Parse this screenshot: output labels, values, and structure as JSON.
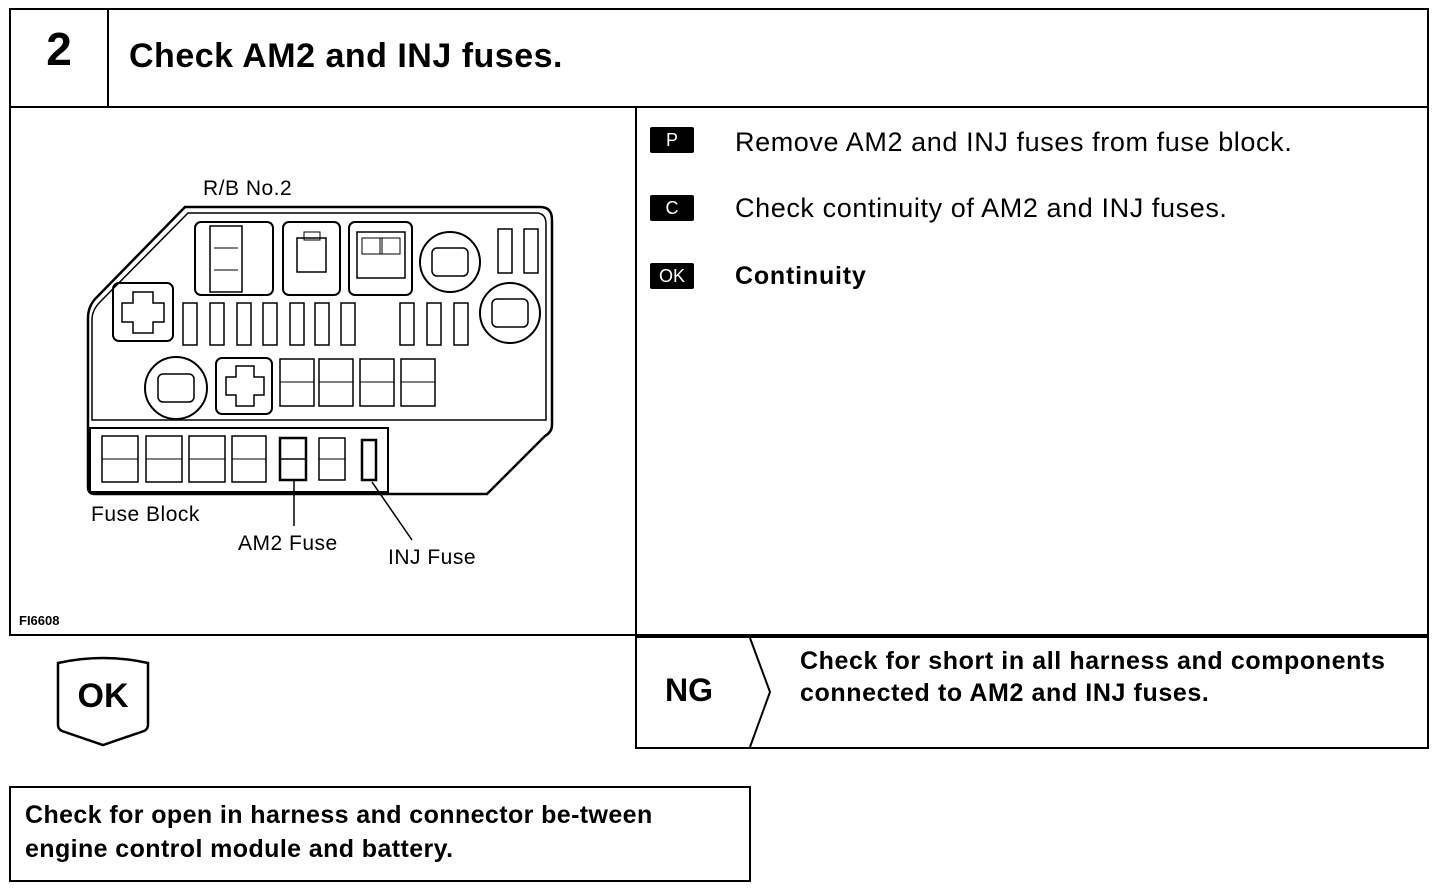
{
  "step": {
    "number": "2",
    "title": "Check AM2 and INJ fuses."
  },
  "diagram": {
    "rb_label": "R/B No.2",
    "fuse_block_label": "Fuse Block",
    "am2_fuse_label": "AM2 Fuse",
    "inj_fuse_label": "INJ Fuse",
    "figure_code": "FI6608"
  },
  "instructions": [
    {
      "tag": "P",
      "text": "Remove AM2 and INJ fuses from fuse block."
    },
    {
      "tag": "C",
      "text": "Check continuity of AM2 and INJ fuses."
    },
    {
      "tag": "OK",
      "text": "Continuity"
    }
  ],
  "ok_branch": {
    "label": "OK",
    "action": "Check for open in harness and connector be-tween engine control module and battery."
  },
  "ng_branch": {
    "label": "NG",
    "action": "Check for short in all harness and components connected to AM2 and INJ fuses."
  }
}
